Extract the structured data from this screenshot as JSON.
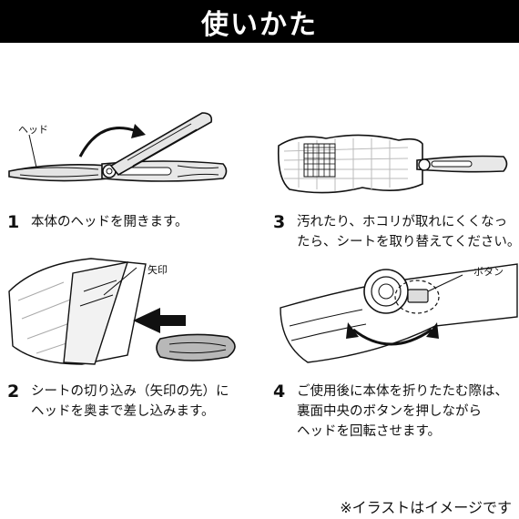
{
  "header": {
    "title": "使いかた"
  },
  "steps": [
    {
      "num": "1",
      "lines": [
        "本体のヘッドを開きます。"
      ]
    },
    {
      "num": "2",
      "lines": [
        "シートの切り込み（矢印の先）に",
        "ヘッドを奥まで差し込みます。"
      ]
    },
    {
      "num": "3",
      "lines": [
        "汚れたり、ホコリが取れにくくなっ",
        "たら、シートを取り替えてください。"
      ]
    },
    {
      "num": "4",
      "lines": [
        "ご使用後に本体を折りたたむ際は、",
        "裏面中央のボタンを押しながら",
        "ヘッドを回転させます。"
      ]
    }
  ],
  "labels": {
    "head": "ヘッド",
    "arrow_mark": "矢印",
    "button": "ボタン"
  },
  "note": "※イラストはイメージです"
}
